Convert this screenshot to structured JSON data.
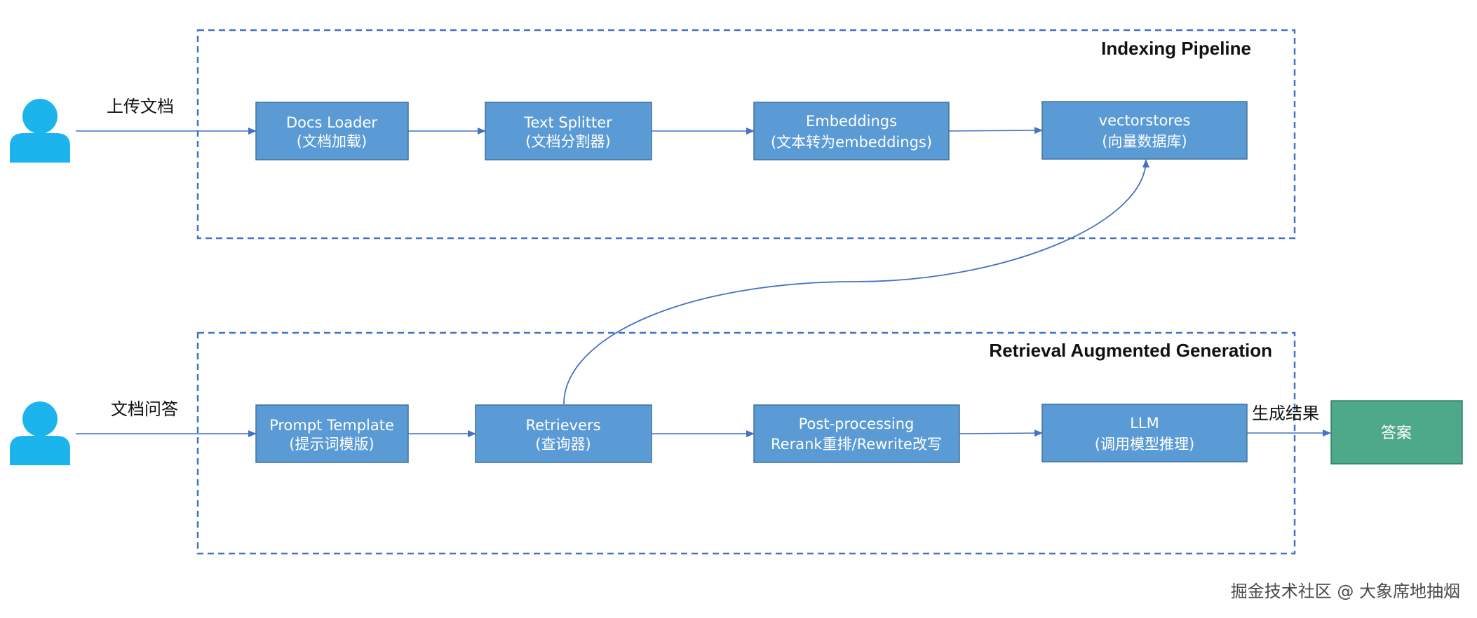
{
  "groups": {
    "indexing": {
      "title": "Indexing Pipeline"
    },
    "rag": {
      "title": "Retrieval Augmented Generation"
    }
  },
  "labels": {
    "upload": "上传文档",
    "qa": "文档问答",
    "result": "生成结果"
  },
  "nodes": {
    "docs_loader": {
      "line1": "Docs Loader",
      "line2": "(文档加载)"
    },
    "text_splitter": {
      "line1": "Text Splitter",
      "line2": "(文档分割器)"
    },
    "embeddings": {
      "line1": "Embeddings",
      "line2": "(文本转为embeddings)"
    },
    "vectorstores": {
      "line1": "vectorstores",
      "line2": "(向量数据库)"
    },
    "prompt_template": {
      "line1": "Prompt Template",
      "line2": "(提示词模版)"
    },
    "retrievers": {
      "line1": "Retrievers",
      "line2": "(查询器)"
    },
    "post_processing": {
      "line1": "Post-processing",
      "line2": "Rerank重排/Rewrite改写"
    },
    "llm": {
      "line1": "LLM",
      "line2": "(调用模型推理)"
    },
    "answer": {
      "label": "答案"
    }
  },
  "watermark": "掘金技术社区 @ 大象席地抽烟",
  "colors": {
    "node_fill": "#5b9bd5",
    "node_stroke": "#41719c",
    "answer_fill": "#4ea88a",
    "answer_stroke": "#2e8062",
    "group_border": "#4472c4",
    "arrow": "#4472c4",
    "user_icon": "#1cb4ec"
  },
  "icons": [
    "user-icon",
    "user-icon"
  ]
}
